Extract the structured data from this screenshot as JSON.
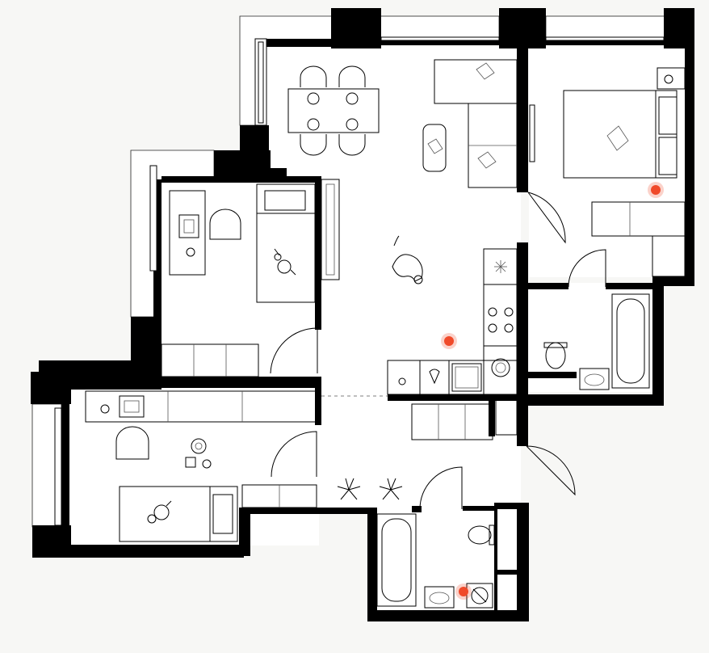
{
  "colors": {
    "background": "#f7f7f5",
    "floor": "#ffffff",
    "wall": "#000000",
    "hotspot": "#f04a2a"
  },
  "hotspots": [
    {
      "name": "hotspot-bedroom"
    },
    {
      "name": "hotspot-living-kitchen"
    },
    {
      "name": "hotspot-bathroom"
    }
  ],
  "icons": [
    "plant-icon",
    "dog-icon",
    "rabbit-toy-icon",
    "teddy-bear-icon",
    "laptop-icon",
    "stove-icon",
    "sink-icon",
    "toilet-icon",
    "bathtub-icon",
    "washing-machine-icon",
    "fridge-icon",
    "chair-icon",
    "bed-icon"
  ]
}
